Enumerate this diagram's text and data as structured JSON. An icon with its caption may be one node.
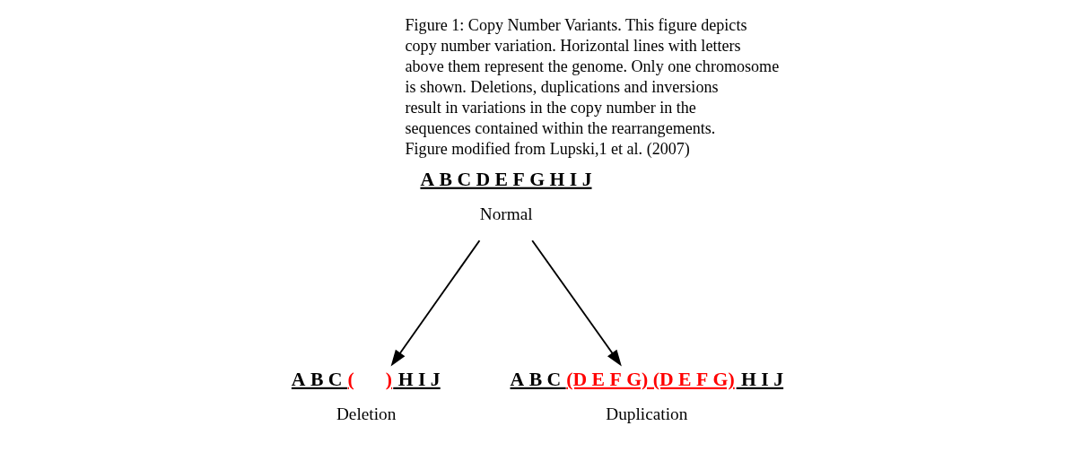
{
  "diagram": {
    "caption": "Figure 1: Copy Number Variants. This figure depicts copy number variation. Horizontal lines with letters above them represent the genome. Only one chromosome is shown. Deletions, duplications and inversions result in variations in the copy number in the sequences contained within the rearrangements. Figure modified from Lupski,1 et al. (2007)",
    "nodes": [
      {
        "text": [
          "A B C D E F G H I J",
          "Normal"
        ]
      },
      {
        "text": [
          "A B C (      ) H I J",
          "Deletion"
        ]
      },
      {
        "text": [
          "A B C (D E F G) (D E F G) H I J",
          "Duplication"
        ]
      }
    ],
    "edges": [
      {
        "from": 0,
        "to": 1,
        "arrow": "to"
      },
      {
        "from": 0,
        "to": 2,
        "arrow": "to"
      }
    ]
  }
}
